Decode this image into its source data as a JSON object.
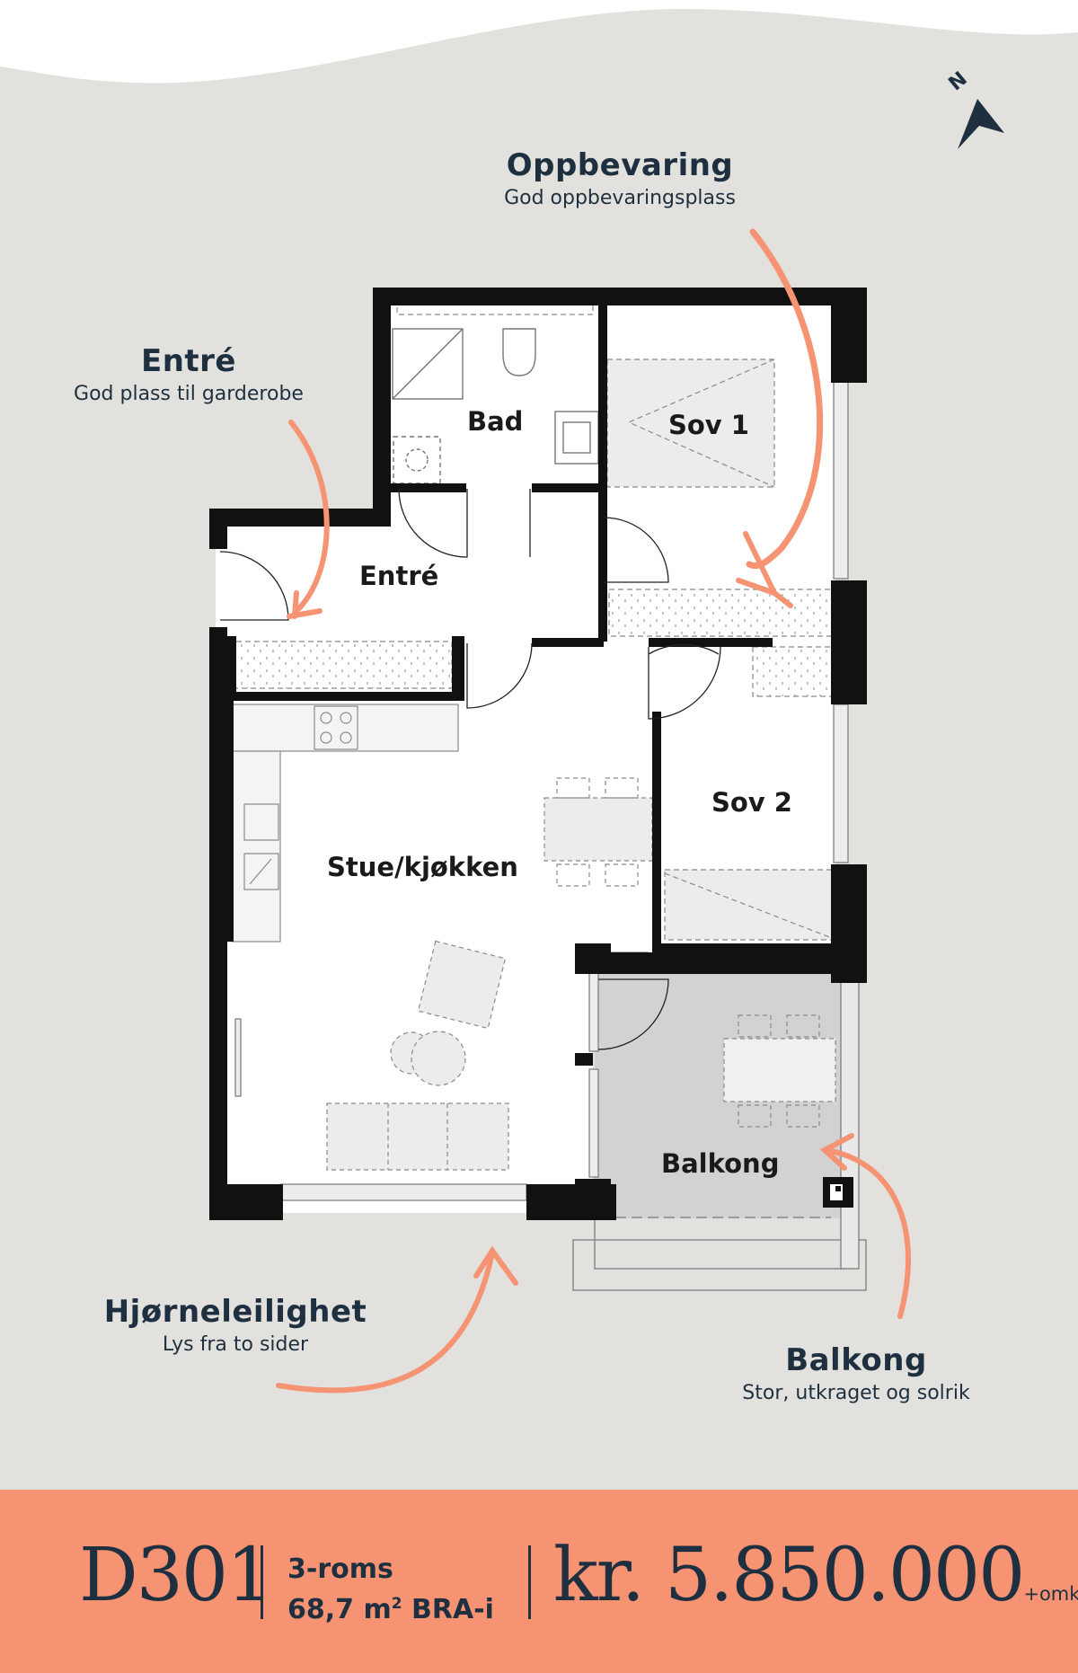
{
  "callouts": {
    "storage": {
      "title": "Oppbevaring",
      "subtitle": "God oppbevaringsplass"
    },
    "entrance": {
      "title": "Entré",
      "subtitle": "God plass til garderobe"
    },
    "corner": {
      "title": "Hjørneleilighet",
      "subtitle": "Lys fra to sider"
    },
    "balcony": {
      "title": "Balkong",
      "subtitle": "Stor, utkraget og solrik"
    }
  },
  "rooms": {
    "bath": "Bad",
    "bedroom1": "Sov 1",
    "entrance": "Entré",
    "living": "Stue/kjøkken",
    "bedroom2": "Sov 2",
    "balcony": "Balkong"
  },
  "compass": {
    "label": "N",
    "icon": "north-arrow-icon"
  },
  "footer": {
    "unit": "D301",
    "rooms_line": "3-roms",
    "area_number": "68,7 m",
    "area_exponent": "2",
    "area_suffix": " BRA-i",
    "price": "kr. 5.850.000",
    "price_suffix": "+omk."
  },
  "colors": {
    "background": "#e2e1dd",
    "accent": "#f59373",
    "text": "#1e3040",
    "wall": "#111111",
    "balcony_floor": "#d2d2d2"
  }
}
